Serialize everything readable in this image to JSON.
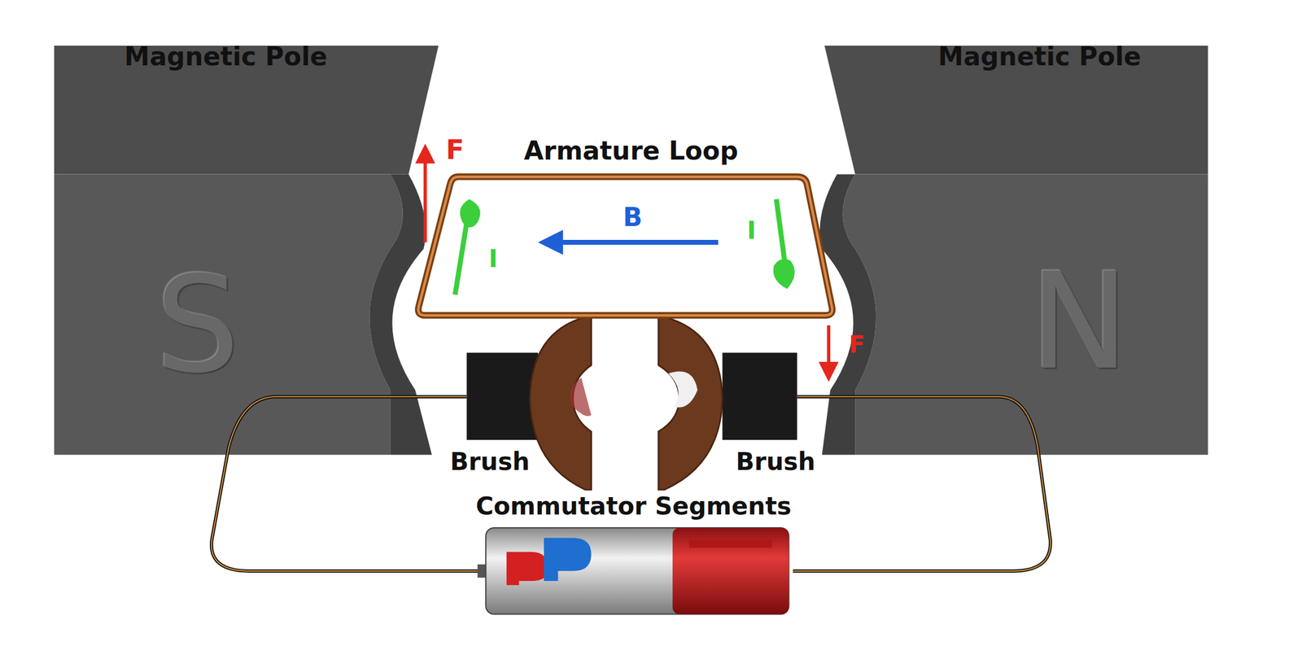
{
  "diagram": {
    "labels": [
      "Magnetic Pole",
      "Magnetic Pole",
      "F",
      "Armature Loop",
      "B",
      "I",
      "I",
      "F",
      "S",
      "N",
      "Brush",
      "Brush",
      "Commutator Segments"
    ]
  }
}
